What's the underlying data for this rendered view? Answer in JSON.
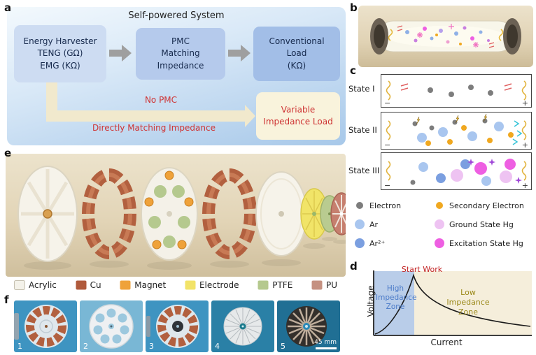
{
  "labels": {
    "a": "a",
    "b": "b",
    "c": "c",
    "d": "d",
    "e": "e",
    "f": "f"
  },
  "panel_a": {
    "title": "Self-powered System",
    "harvester": {
      "line1": "Energy Harvester",
      "line2": "TENG (GΩ)",
      "line3": "EMG (KΩ)"
    },
    "pmc": {
      "line1": "PMC",
      "line2": "Matching",
      "line3": "Impedance"
    },
    "load": {
      "line1": "Conventional",
      "line2": "Load",
      "line3": "(KΩ)"
    },
    "no_pmc": "No PMC",
    "direct_label": "Directly Matching Impedance",
    "variable_load": {
      "line1": "Variable",
      "line2": "Impedance Load"
    }
  },
  "panel_c": {
    "states": [
      {
        "name": "State I"
      },
      {
        "name": "State II"
      },
      {
        "name": "State III"
      }
    ],
    "electrode_minus": "−",
    "electrode_plus": "+",
    "legend": [
      {
        "label": "Electron",
        "color": "#7d7d7d"
      },
      {
        "label": "Secondary Electron",
        "color": "#f0a820"
      },
      {
        "label": "Ar",
        "color": "#a9c6ef"
      },
      {
        "label": "Ground State Hg",
        "color": "#eec3f2"
      },
      {
        "label": "Ar²⁺",
        "color": "#7b9fe0"
      },
      {
        "label": "Excitation State Hg",
        "color": "#ee5fe2"
      }
    ]
  },
  "panel_d": {
    "ylabel": "Voltage",
    "xlabel": "Current",
    "annotation": "Start Work",
    "zone_high": "High Impedance Zone",
    "zone_low": "Low Impedance Zone"
  },
  "panel_e": {
    "legend": [
      {
        "label": "Acrylic",
        "color": "#f4f2ea"
      },
      {
        "label": "Cu",
        "color": "#b05a3c"
      },
      {
        "label": "Magnet",
        "color": "#efa23a"
      },
      {
        "label": "Electrode",
        "color": "#f2e368"
      },
      {
        "label": "PTFE",
        "color": "#b5c98e"
      },
      {
        "label": "PU",
        "color": "#c59181"
      }
    ]
  },
  "panel_f": {
    "numbers": [
      "1",
      "2",
      "3",
      "4",
      "5"
    ],
    "scale_bar": "45 mm"
  },
  "chart_data": {
    "type": "line",
    "title": "",
    "xlabel": "Current",
    "ylabel": "Voltage",
    "x_ticks": [],
    "y_ticks": [],
    "series": [
      {
        "name": "voltage-current response",
        "x": [
          0,
          0.04,
          0.08,
          0.12,
          0.16,
          0.2,
          0.24,
          0.27,
          0.32,
          0.4,
          0.5,
          0.6,
          0.75,
          1.0
        ],
        "y": [
          0.02,
          0.06,
          0.13,
          0.24,
          0.42,
          0.66,
          0.9,
          1.0,
          0.72,
          0.52,
          0.38,
          0.28,
          0.18,
          0.12
        ]
      }
    ],
    "peak_annotation": {
      "text": "Start Work",
      "x": 0.27,
      "y": 1.0
    },
    "zones": [
      {
        "label": "High Impedance Zone",
        "x_range": [
          0,
          0.27
        ],
        "color": "#b9cde9"
      },
      {
        "label": "Low Impedance Zone",
        "x_range": [
          0.27,
          1.0
        ],
        "color": "#f5eedb"
      }
    ],
    "grid": false,
    "legend_position": "none"
  }
}
